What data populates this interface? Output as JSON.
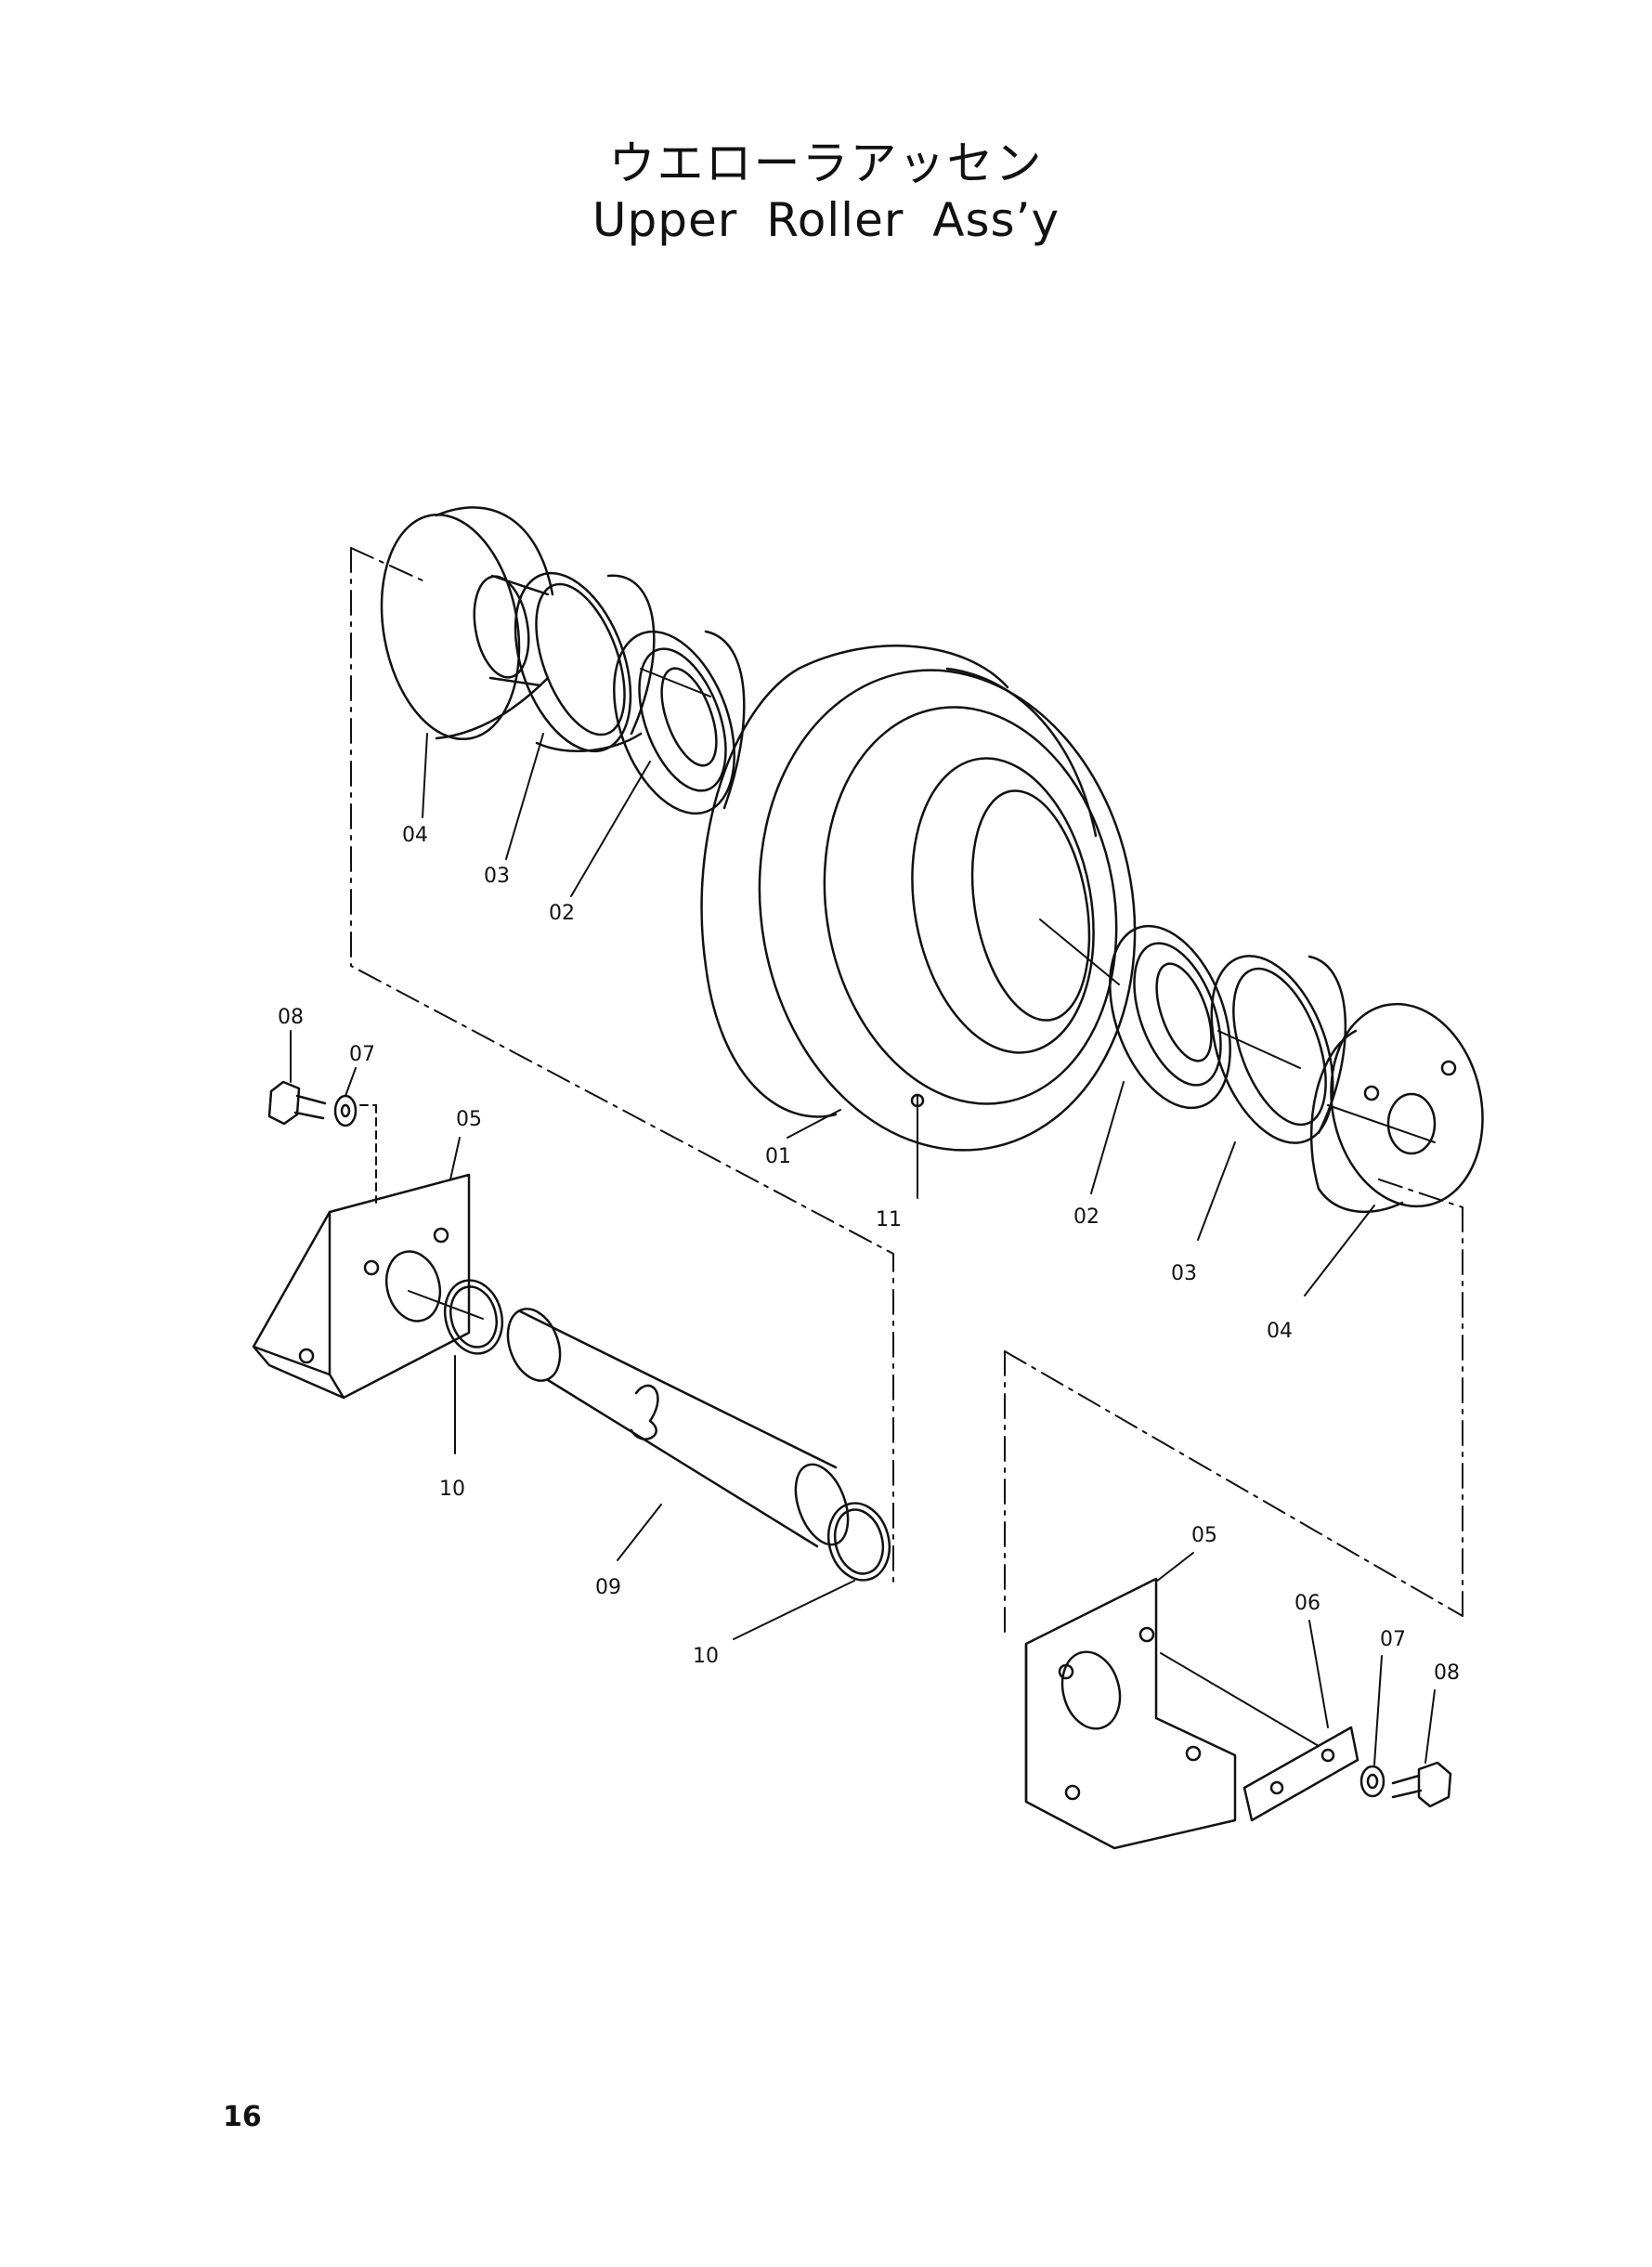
{
  "title_jp": "ウエローラアッセン",
  "title_en": "Upper Roller Ass’y",
  "page_number": "16",
  "callouts": {
    "c04_upper_left": "04",
    "c03_upper_left": "03",
    "c02_upper_left": "02",
    "c01": "01",
    "c11": "11",
    "c02_right": "02",
    "c03_right": "03",
    "c04_right": "04",
    "c08_left": "08",
    "c07_left": "07",
    "c05_left": "05",
    "c10_left": "10",
    "c09": "09",
    "c10_lower": "10",
    "c05_right": "05",
    "c06": "06",
    "c07_right": "07",
    "c08_right": "08"
  }
}
